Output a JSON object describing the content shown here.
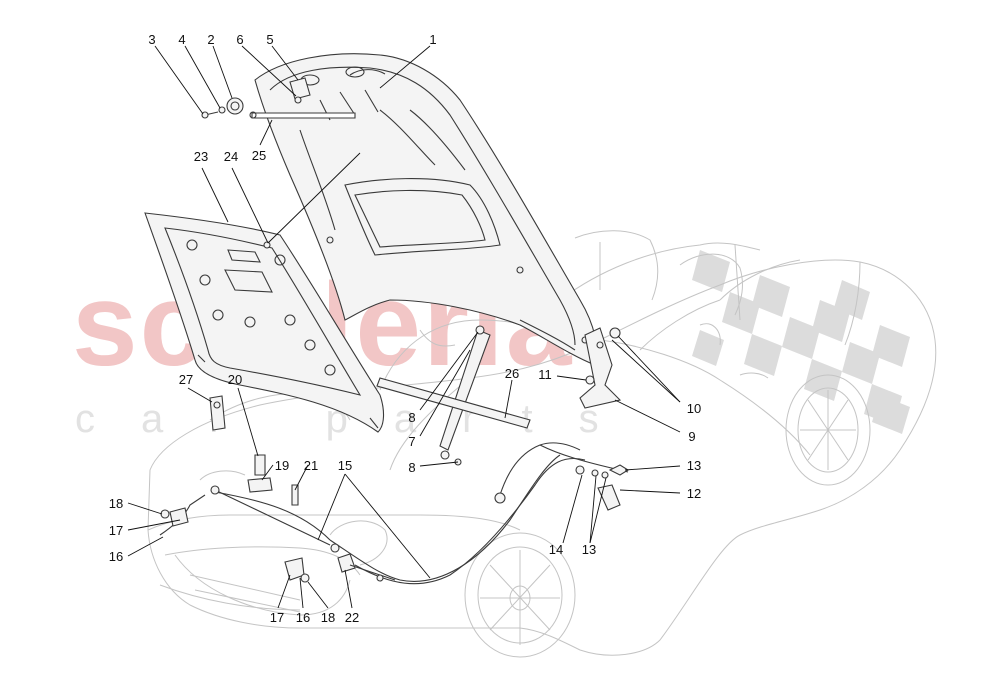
{
  "watermark": {
    "brand": "scuderia",
    "sub": "car parts",
    "flag_color": "#d6d6d6",
    "brand_color": "#f2c6c6"
  },
  "callouts": {
    "n1": "1",
    "n2": "2",
    "n3": "3",
    "n4": "4",
    "n5": "5",
    "n6": "6",
    "n7": "7",
    "n8a": "8",
    "n8b": "8",
    "n9": "9",
    "n10": "10",
    "n11": "11",
    "n12": "12",
    "n13a": "13",
    "n13b": "13",
    "n14": "14",
    "n15": "15",
    "n16a": "16",
    "n16b": "16",
    "n17a": "17",
    "n17b": "17",
    "n18a": "18",
    "n18b": "18",
    "n19": "19",
    "n20": "20",
    "n21": "21",
    "n22": "22",
    "n23": "23",
    "n24": "24",
    "n25": "25",
    "n26": "26",
    "n27": "27"
  }
}
